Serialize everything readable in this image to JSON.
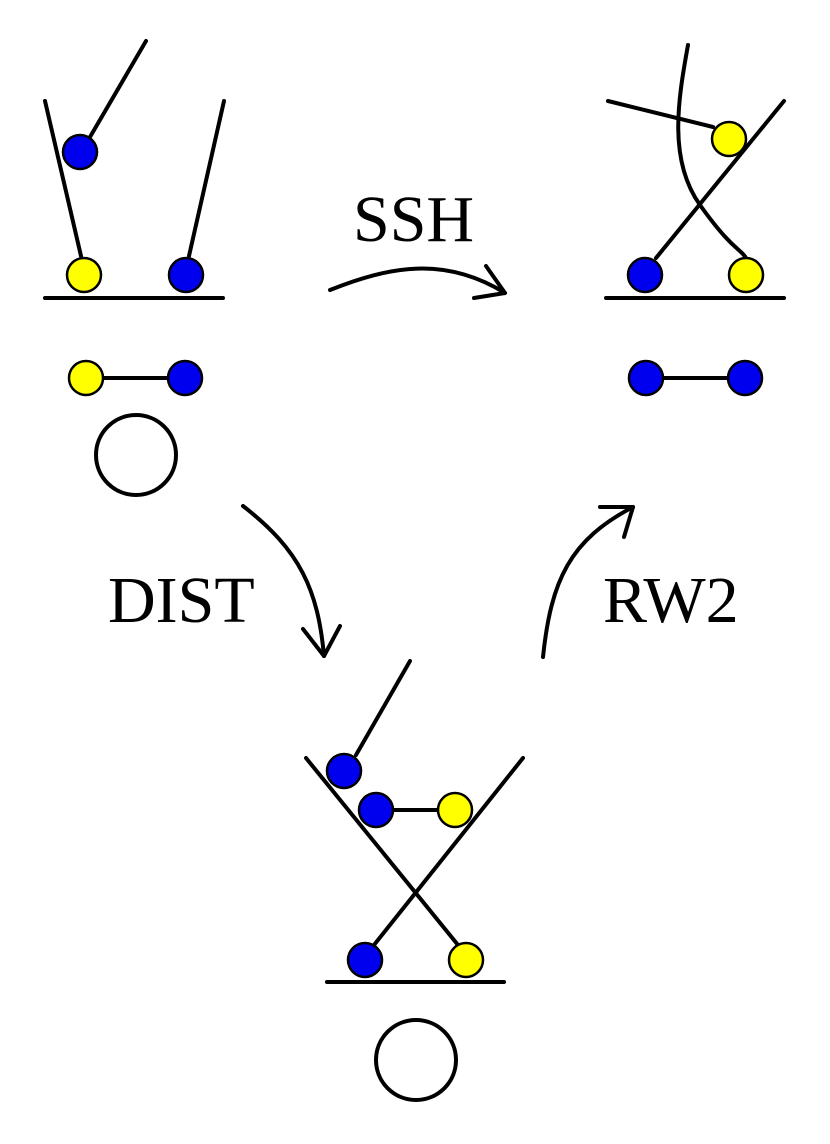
{
  "colors": {
    "blue": "#0000ee",
    "yellow": "#ffff00",
    "line": "#000000",
    "background": "#ffffff"
  },
  "labels": {
    "ssh": "SSH",
    "dist": "DIST",
    "rw2": "RW2"
  }
}
